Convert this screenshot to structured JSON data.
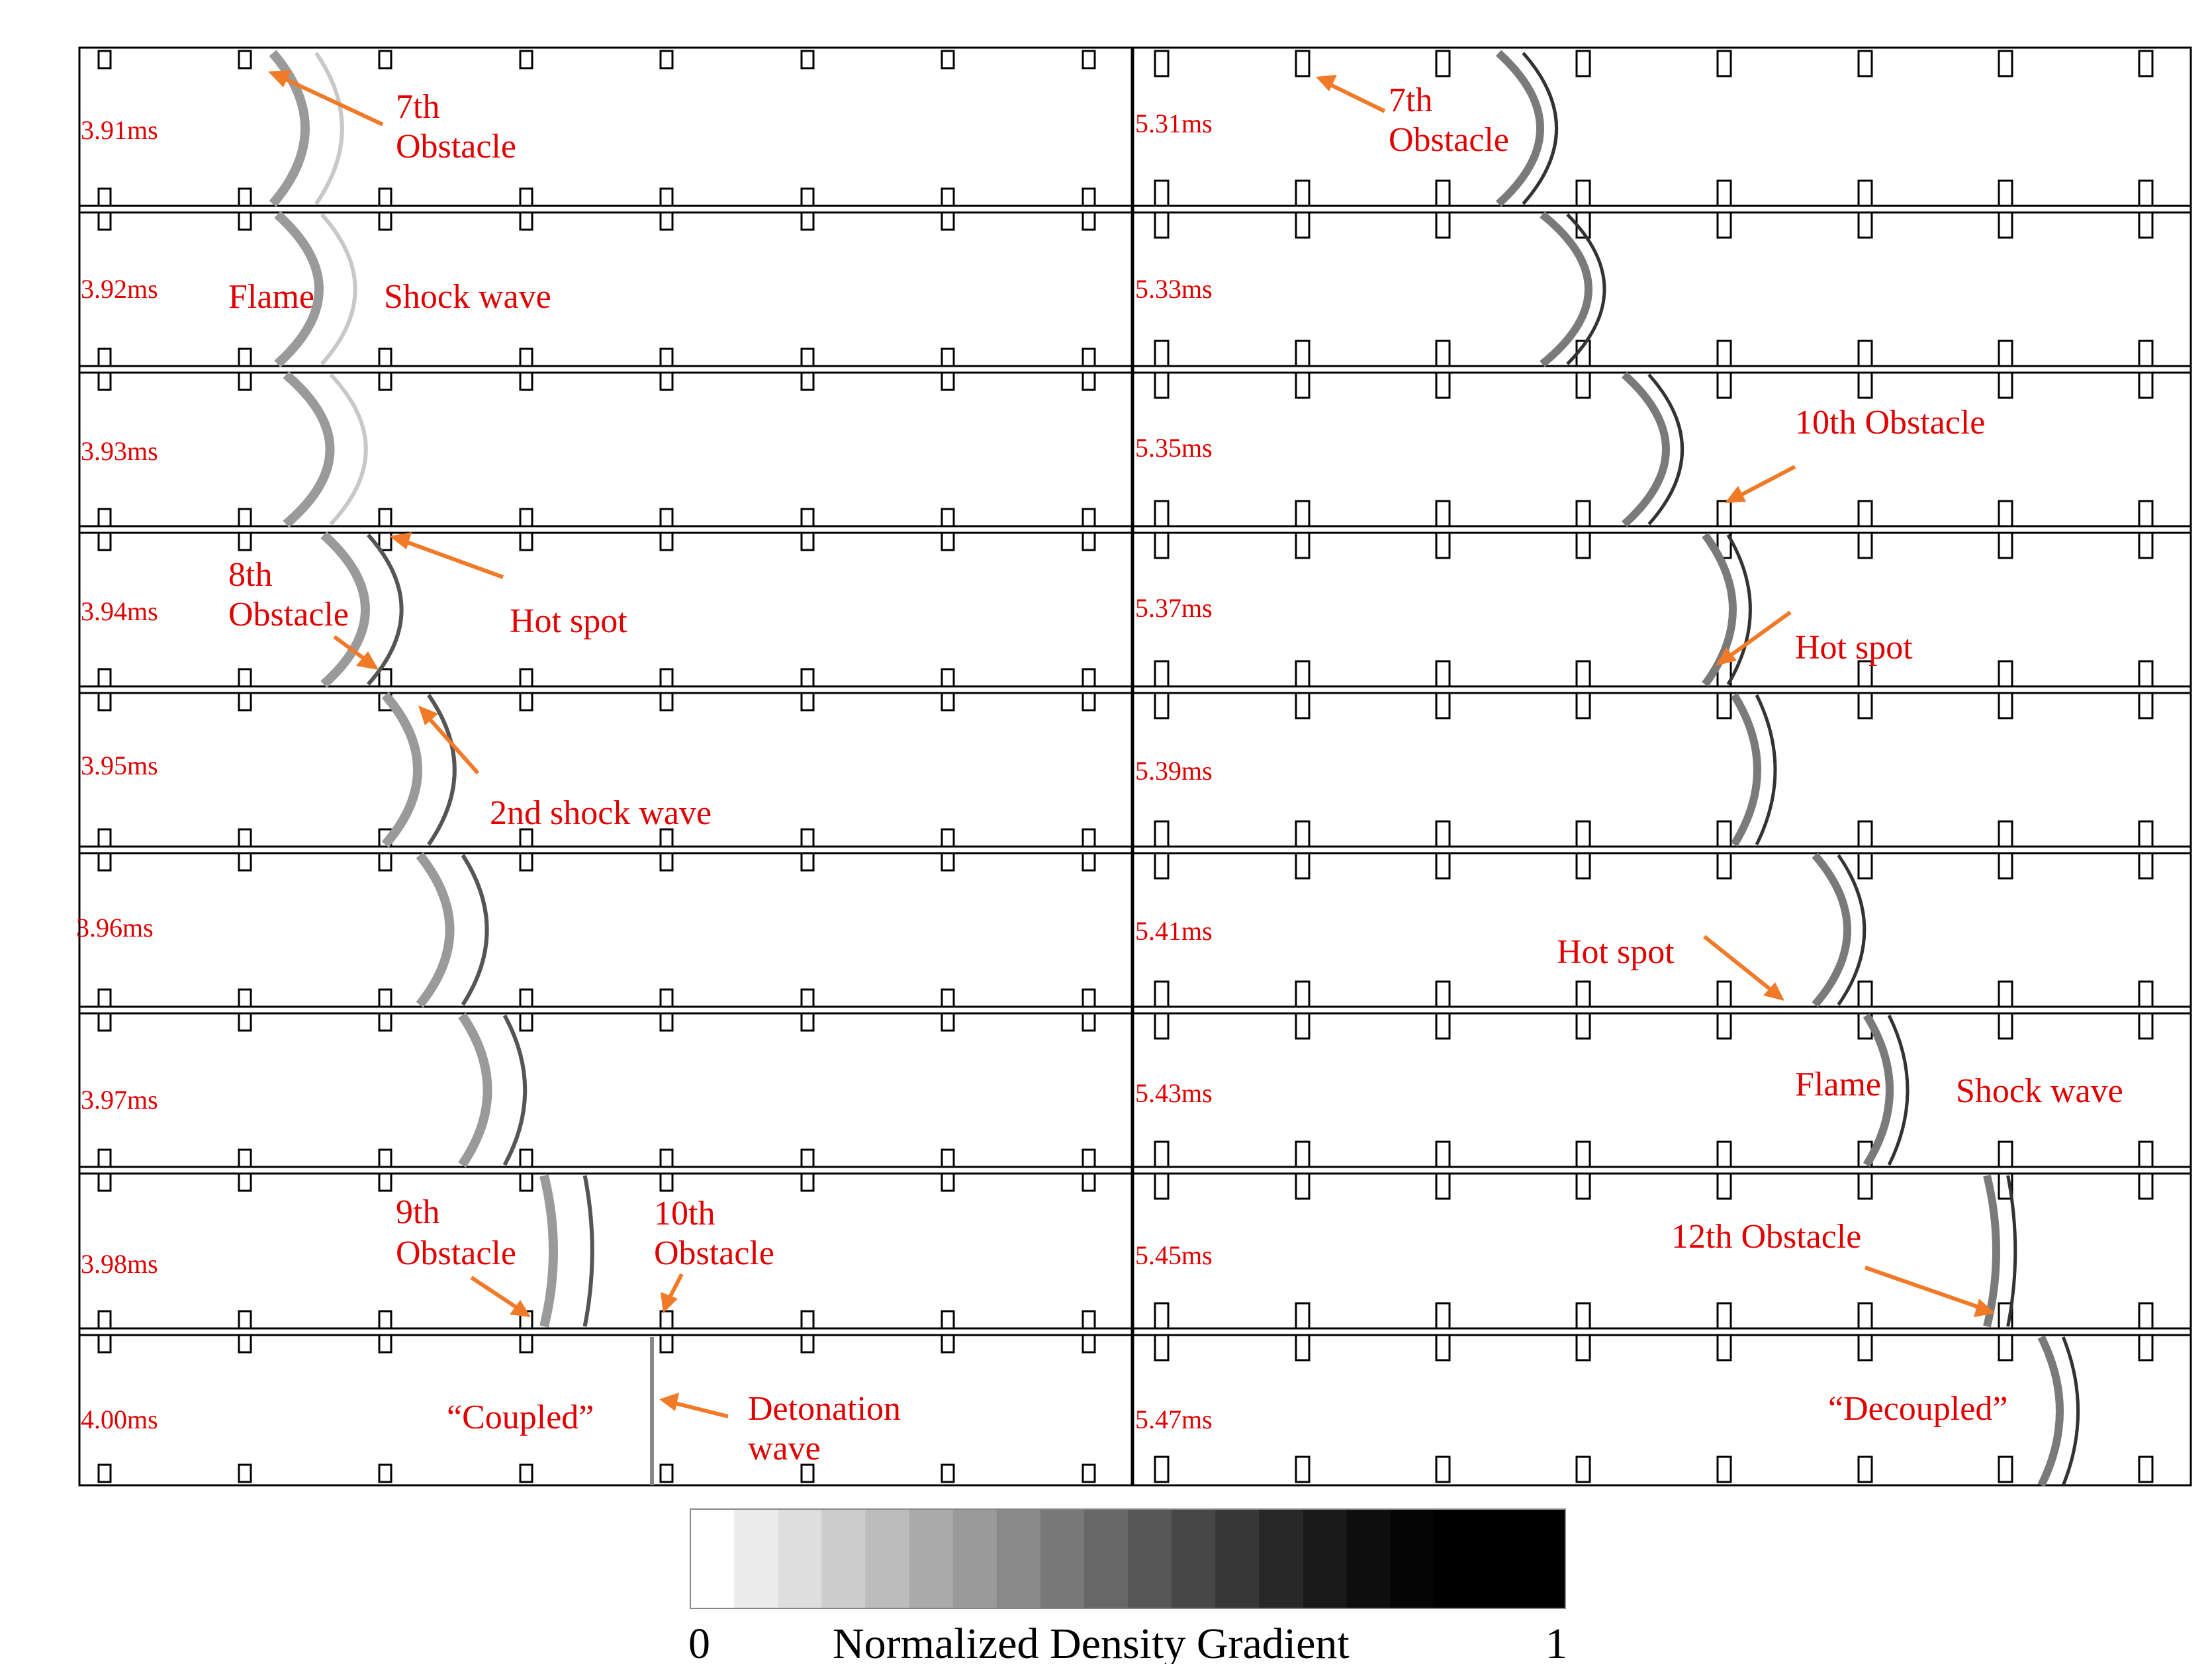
{
  "colors": {
    "annotation": "#e00000",
    "arrow": "#f07a28",
    "ink": "#000000"
  },
  "left_panel": {
    "times": [
      "3.91ms",
      "3.92ms",
      "3.93ms",
      "3.94ms",
      "3.95ms",
      "3.96ms",
      "3.97ms",
      "3.98ms",
      "4.00ms"
    ],
    "annotations": {
      "seventh_obstacle_line1": "7th",
      "seventh_obstacle_line2": "Obstacle",
      "flame": "Flame",
      "shock_wave": "Shock wave",
      "eighth_obstacle_line1": "8th",
      "eighth_obstacle_line2": "Obstacle",
      "hot_spot": "Hot spot",
      "second_shock_wave": "2nd shock wave",
      "ninth_obstacle_line1": "9th",
      "ninth_obstacle_line2": "Obstacle",
      "tenth_obstacle_line1": "10th",
      "tenth_obstacle_line2": "Obstacle",
      "coupled": "“Coupled”",
      "detonation_line1": "Detonation",
      "detonation_line2": "wave"
    }
  },
  "right_panel": {
    "times": [
      "5.31ms",
      "5.33ms",
      "5.35ms",
      "5.37ms",
      "5.39ms",
      "5.41ms",
      "5.43ms",
      "5.45ms",
      "5.47ms"
    ],
    "annotations": {
      "seventh_obstacle_line1": "7th",
      "seventh_obstacle_line2": "Obstacle",
      "tenth_obstacle": "10th Obstacle",
      "hot_spot_1": "Hot spot",
      "hot_spot_2": "Hot spot",
      "flame": "Flame",
      "shock_wave": "Shock wave",
      "twelfth_obstacle": "12th Obstacle",
      "decoupled": "“Decoupled”"
    }
  },
  "colorbar": {
    "label": "Normalized Density Gradient",
    "min_label": "0",
    "max_label": "1",
    "levels": [
      "#ffffff",
      "#ececec",
      "#dedede",
      "#cdcdcd",
      "#bcbcbc",
      "#ababab",
      "#9a9a9a",
      "#898989",
      "#787878",
      "#676767",
      "#575757",
      "#474747",
      "#373737",
      "#282828",
      "#1a1a1a",
      "#0e0e0e",
      "#050505",
      "#000000",
      "#000000",
      "#000000"
    ]
  }
}
